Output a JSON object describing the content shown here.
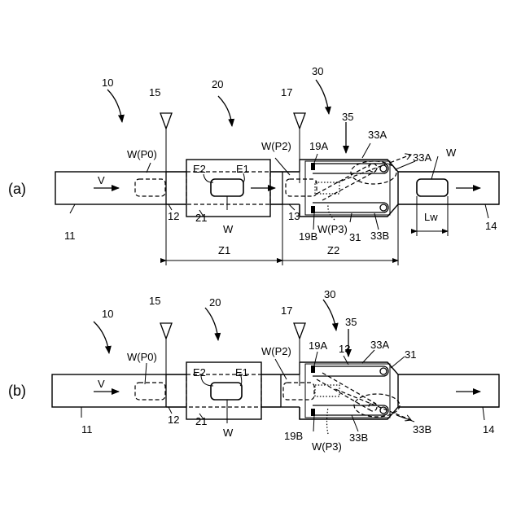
{
  "panels": {
    "a": {
      "label": "(a)",
      "conveyor_in": "11",
      "roller_12": "12",
      "roller_13": "13",
      "conveyor_out": "14",
      "sensor_15": "15",
      "sensor_17": "17",
      "device_10": "10",
      "device_20": "20",
      "device_30": "30",
      "arrow_35": "35",
      "belt_31": "31",
      "arm_33a": "33A",
      "arm_33a_2": "33A",
      "arm_33b": "33B",
      "sensor_19a": "19A",
      "sensor_19b": "19B",
      "unit_21": "21",
      "e1": "E1",
      "e2": "E2",
      "w_p0": "W(P0)",
      "w_p2": "W(P2)",
      "w_p3": "W(P3)",
      "w_center": "W",
      "w_right": "W",
      "speed": "V",
      "length": "Lw",
      "zone1": "Z1",
      "zone2": "Z2"
    },
    "b": {
      "label": "(b)",
      "conveyor_in": "11",
      "roller_12": "12",
      "roller_13": "13",
      "conveyor_out": "14",
      "sensor_15": "15",
      "sensor_17": "17",
      "device_10": "10",
      "device_20": "20",
      "device_30": "30",
      "arrow_35": "35",
      "belt_31": "31",
      "arm_33a": "33A",
      "arm_33b": "33B",
      "arm_33b_2": "33B",
      "sensor_19a": "19A",
      "sensor_19b": "19B",
      "unit_21": "21",
      "e1": "E1",
      "e2": "E2",
      "w_p0": "W(P0)",
      "w_p2": "W(P2)",
      "w_p3": "W(P3)",
      "w_center": "W",
      "speed": "V"
    }
  }
}
